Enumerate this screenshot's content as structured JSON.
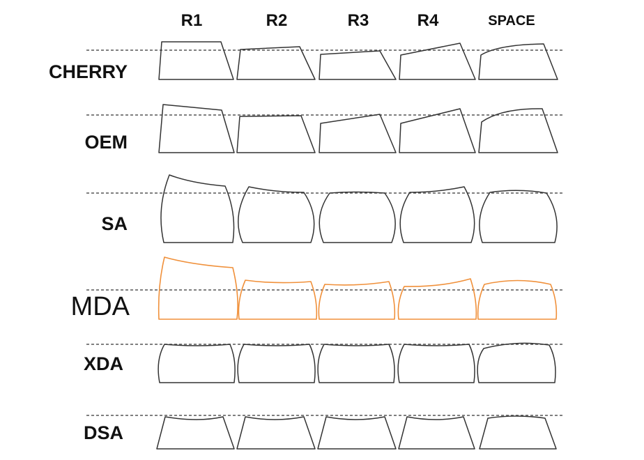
{
  "columns": [
    {
      "label": "R1"
    },
    {
      "label": "R2"
    },
    {
      "label": "R3"
    },
    {
      "label": "R4"
    },
    {
      "label": "SPACE"
    }
  ],
  "rows": [
    {
      "label": "CHERRY",
      "profile": "cherry"
    },
    {
      "label": "OEM",
      "profile": "oem"
    },
    {
      "label": "SA",
      "profile": "sa"
    },
    {
      "label": "MDA",
      "profile": "mda",
      "highlight": true
    },
    {
      "label": "XDA",
      "profile": "xda"
    },
    {
      "label": "DSA",
      "profile": "dsa"
    }
  ],
  "colors": {
    "ink": "#333333",
    "accent": "#f0903a",
    "guide": "#555555"
  }
}
